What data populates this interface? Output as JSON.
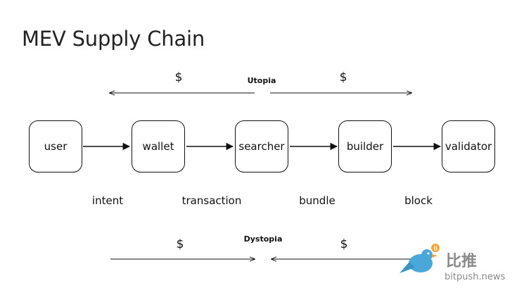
{
  "title": "MEV Supply Chain",
  "nodes": [
    "user",
    "wallet",
    "searcher",
    "builder",
    "validator"
  ],
  "flows": [
    "intent",
    "transaction",
    "bundle",
    "block"
  ],
  "utopia": {
    "label": "Utopia",
    "currency_left": "$",
    "currency_right": "$"
  },
  "dystopia": {
    "label": "Dystopia",
    "currency_left": "$",
    "currency_right": "$"
  },
  "watermark": {
    "cn": "比推",
    "en": "bitpush.news"
  },
  "colors": {
    "stroke": "#111111",
    "watermark": "#8a8a8a",
    "bird": "#4aa8d8",
    "coin": "#f2a93b"
  }
}
